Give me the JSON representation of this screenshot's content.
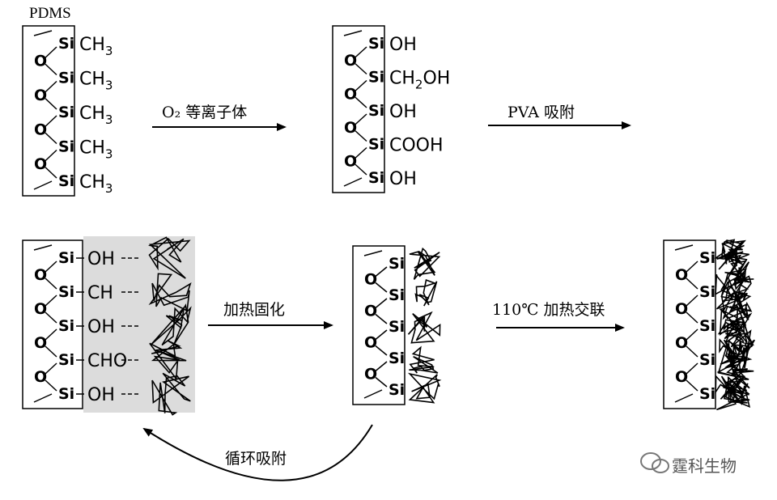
{
  "title": "PDMS",
  "si": "Si",
  "o": "O",
  "stage1_groups": [
    "CH3",
    "CH3",
    "CH3",
    "CH3",
    "CH3"
  ],
  "stage2_groups": [
    "OH",
    "CH2OH",
    "OH",
    "COOH",
    "OH"
  ],
  "stage3_groups": [
    "OH",
    "CH",
    "OH",
    "CHO",
    "OH"
  ],
  "arrows": {
    "plasma": "O₂ 等离子体",
    "pva": "PVA 吸附",
    "heat": "加热固化",
    "crosslink": "110℃ 加热交联",
    "cycle": "循环吸附"
  },
  "watermark": "霆科生物",
  "colors": {
    "shade": "#dcdcdc",
    "line": "#000000"
  }
}
